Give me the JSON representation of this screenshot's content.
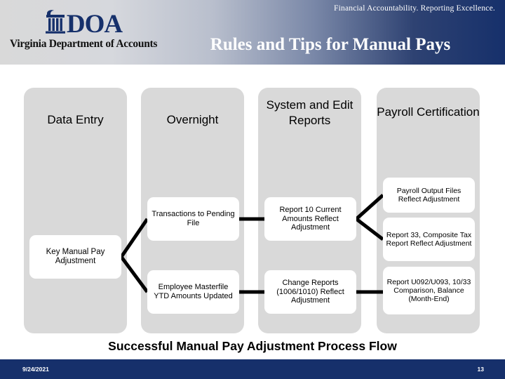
{
  "header": {
    "tagline": "Financial Accountability. Reporting Excellence.",
    "logo_mark": "DOA",
    "logo_subtitle": "Virginia Department of Accounts",
    "logo_icon": "column-capital-icon",
    "title": "Rules and Tips for Manual Pays",
    "brand_color": "#16306b"
  },
  "diagram": {
    "lanes": [
      {
        "id": "data-entry",
        "label": "Data Entry"
      },
      {
        "id": "overnight",
        "label": "Overnight"
      },
      {
        "id": "system-and-edit-reports",
        "label": "System and Edit Reports"
      },
      {
        "id": "payroll-certification",
        "label": "Payroll Certification"
      }
    ],
    "nodes": {
      "key_manual_pay": "Key Manual Pay Adjustment",
      "transactions_pending": "Transactions to Pending File",
      "employee_masterfile": "Employee Masterfile YTD Amounts Updated",
      "report_10": "Report 10 Current Amounts Reflect Adjustment",
      "change_reports": "Change Reports (1006/1010) Reflect Adjustment",
      "payroll_output": "Payroll Output Files Reflect Adjustment",
      "report_33": "Report 33, Composite Tax Report Reflect Adjustment",
      "report_u092": "Report U092/U093, 10/33 Comparison, Balance (Month-End)"
    },
    "lane_color": "#d9d9d9",
    "node_color": "#ffffff",
    "connector_color": "#000000"
  },
  "caption": "Successful Manual Pay Adjustment Process Flow",
  "footer": {
    "date": "9/24/2021",
    "page_number": "13"
  }
}
